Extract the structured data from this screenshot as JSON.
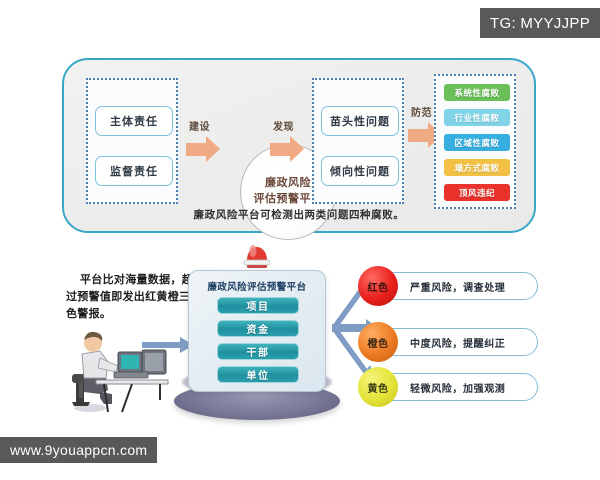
{
  "watermarks": {
    "top_tag": "TG: MYYJJPP",
    "bottom_url": "www.9youappcn.com"
  },
  "top_panel": {
    "left_group": {
      "items": [
        "主体责任",
        "监督责任"
      ]
    },
    "arrow1_label": "建设",
    "hub": {
      "line1": "廉政风险",
      "line2": "评估预警平台"
    },
    "arrow2_label": "发现",
    "problem_group": {
      "items": [
        "苗头性问题",
        "倾向性问题"
      ]
    },
    "arrow3_label": "防范",
    "corruption_chips": [
      {
        "label": "系统性腐败",
        "color": "#6bbf59"
      },
      {
        "label": "行业性腐败",
        "color": "#7fd4e8"
      },
      {
        "label": "区域性腐败",
        "color": "#36aee0"
      },
      {
        "label": "塌方式腐败",
        "color": "#f2c044"
      },
      {
        "label": "顶风违纪",
        "color": "#e8322b"
      }
    ],
    "caption": "廉政风险平台可检测出两类问题四种腐败。"
  },
  "bottom_section": {
    "description": "平台比对海量数据，超过预警值即发出红黄橙三色警报。",
    "cube": {
      "title": "廉政风险评估预警平台",
      "items": [
        "项目",
        "资金",
        "干部",
        "单位"
      ]
    },
    "alerts": [
      {
        "level": "红色",
        "text": "严重风险，调查处理",
        "color": "#e8201c"
      },
      {
        "level": "橙色",
        "text": "中度风险，提醒纠正",
        "color": "#ec7a23"
      },
      {
        "level": "黄色",
        "text": "轻微风险，加强观测",
        "color": "#e3e237"
      }
    ]
  },
  "colors": {
    "panel_border": "#3aa6c8",
    "fat_arrow": "#f0ab85",
    "fan_arrow": "#7e9cc4"
  }
}
